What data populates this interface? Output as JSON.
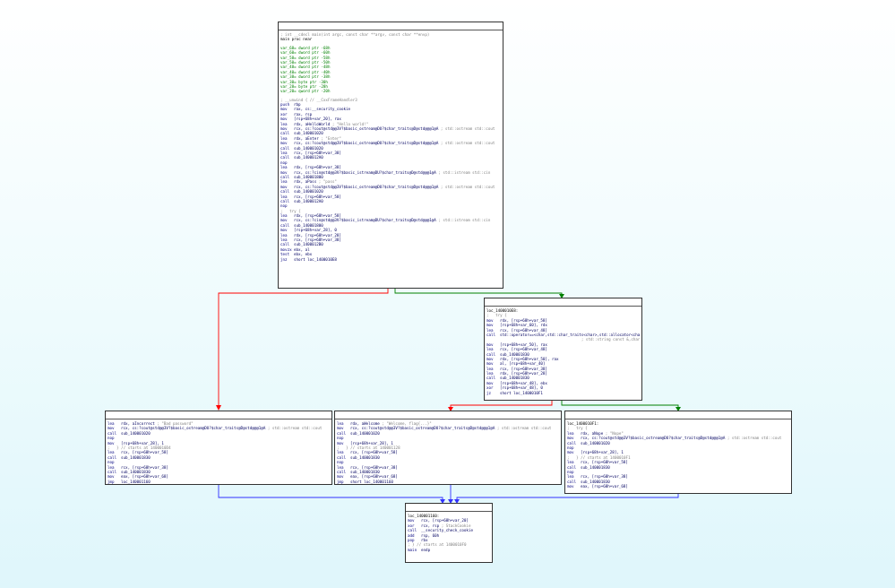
{
  "graph": {
    "edge_colors": {
      "true": "#ff0000",
      "false": "#008000",
      "uncond": "#3030ff"
    },
    "nodes": [
      {
        "id": "entry",
        "lines": [
          {
            "t": "cmt",
            "text": "; int __cdecl main(int argc, const char **argv, const char **envp)"
          },
          {
            "t": "loc",
            "text": "main proc near"
          },
          {
            "t": "gap",
            "text": ""
          },
          {
            "t": "green",
            "text": "var_68= dword ptr -68h"
          },
          {
            "t": "green",
            "text": "var_60= dword ptr -60h"
          },
          {
            "t": "green",
            "text": "var_58= dword ptr -58h"
          },
          {
            "t": "green",
            "text": "var_50= dword ptr -50h"
          },
          {
            "t": "green",
            "text": "var_48= dword ptr -48h"
          },
          {
            "t": "green",
            "text": "var_40= dword ptr -40h"
          },
          {
            "t": "green",
            "text": "var_38= dword ptr -38h"
          },
          {
            "t": "green",
            "text": "var_30= byte ptr -30h"
          },
          {
            "t": "green",
            "text": "var_28= byte ptr -28h"
          },
          {
            "t": "green",
            "text": "var_20= qword ptr -20h"
          },
          {
            "t": "gap",
            "text": ""
          },
          {
            "t": "cmt",
            "text": "; __unwind { // __CxxFrameHandler3"
          },
          {
            "op": "push",
            "arg": "rbp"
          },
          {
            "op": "mov",
            "arg": "rax, cs:__security_cookie"
          },
          {
            "op": "xor",
            "arg": "rax, rsp"
          },
          {
            "op": "mov",
            "arg": "[rsp+68h+var_20], rax"
          },
          {
            "op": "lea",
            "arg": "rdx, aHelloWorld",
            "cm": "; \"Hello world!\""
          },
          {
            "op": "mov",
            "arg": "rcx, cs:?cout@std@@3V?$basic_ostream@DU?$char_traits@D@std@@@1@A",
            "cm": "; std::ostream std::cout"
          },
          {
            "op": "call",
            "arg": "sub_140001020"
          },
          {
            "op": "lea",
            "arg": "rdx, aEnter",
            "cm": "; \"Enter\""
          },
          {
            "op": "mov",
            "arg": "rcx, cs:?cout@std@@3V?$basic_ostream@DU?$char_traits@D@std@@@1@A",
            "cm": "; std::ostream std::cout"
          },
          {
            "op": "call",
            "arg": "sub_140001020"
          },
          {
            "op": "lea",
            "arg": "rcx, [rsp+68h+var_38]"
          },
          {
            "op": "call",
            "arg": "sub_1400012A0"
          },
          {
            "op": "nop",
            "arg": ""
          },
          {
            "op": "lea",
            "arg": "rdx, [rsp+68h+var_38]"
          },
          {
            "op": "mov",
            "arg": "rcx, cs:?cin@std@@3V?$basic_istream@DU?$char_traits@D@std@@@1@A",
            "cm": "; std::istream std::cin"
          },
          {
            "op": "call",
            "arg": "sub_140001800"
          },
          {
            "op": "lea",
            "arg": "rdx, aPass",
            "cm": "; \"pass\""
          },
          {
            "op": "mov",
            "arg": "rcx, cs:?cout@std@@3V?$basic_ostream@DU?$char_traits@D@std@@@1@A",
            "cm": "; std::ostream std::cout"
          },
          {
            "op": "call",
            "arg": "sub_140001020"
          },
          {
            "op": "lea",
            "arg": "rcx, [rsp+68h+var_58]"
          },
          {
            "op": "call",
            "arg": "sub_1400012A0"
          },
          {
            "op": "nop",
            "arg": ""
          },
          {
            "t": "cmt",
            "text": ";   try {"
          },
          {
            "op": "lea",
            "arg": "rdx, [rsp+68h+var_58]"
          },
          {
            "op": "mov",
            "arg": "rcx, cs:?cin@std@@3V?$basic_istream@DU?$char_traits@D@std@@@1@A",
            "cm": "; std::istream std::cin"
          },
          {
            "op": "call",
            "arg": "sub_140001800"
          },
          {
            "op": "mov",
            "arg": "[rsp+68h+var_28], 0"
          },
          {
            "op": "lea",
            "arg": "rdx, [rsp+68h+var_28]"
          },
          {
            "op": "lea",
            "arg": "rcx, [rsp+68h+var_38]"
          },
          {
            "op": "call",
            "arg": "sub_1400012B0"
          },
          {
            "op": "movzx",
            "arg": "ebx, al"
          },
          {
            "op": "test",
            "arg": "ebx, ebx"
          },
          {
            "op": "jnz",
            "arg": "short loc_1400010E8"
          }
        ]
      },
      {
        "id": "loc_1400010E8",
        "lines": [
          {
            "t": "loc",
            "text": "loc_1400010E8:"
          },
          {
            "t": "cmt",
            "text": ";   try {"
          },
          {
            "op": "mov",
            "arg": "rdx, [rsp+68h+var_58]"
          },
          {
            "op": "mov",
            "arg": "[rsp+68h+var_60], rdx"
          },
          {
            "op": "lea",
            "arg": "rcx, [rsp+68h+var_48]"
          },
          {
            "op": "call",
            "arg": "std::operator==<char,std::char_traits<char>,std::allocator<char>>(...)",
            "cm": ""
          },
          {
            "t": "cmt",
            "text": "                                          ; std::string const &,char const *)"
          },
          {
            "op": "mov",
            "arg": "[rsp+68h+var_50], rax"
          },
          {
            "op": "lea",
            "arg": "rcx, [rsp+68h+var_48]"
          },
          {
            "op": "call",
            "arg": "sub_140001830"
          },
          {
            "op": "mov",
            "arg": "rdx, [rsp+68h+var_50], rax"
          },
          {
            "op": "mov",
            "arg": "al, [rsp+68h+var_40]"
          },
          {
            "op": "lea",
            "arg": "rcx, [rsp+68h+var_38]"
          },
          {
            "op": "lea",
            "arg": "rdx, [rsp+68h+var_28]"
          },
          {
            "op": "call",
            "arg": "sub_140001830"
          },
          {
            "op": "mov",
            "arg": "[rsp+68h+var_48], ebx"
          },
          {
            "op": "xor",
            "arg": "[rsp+68h+var_48], 0"
          },
          {
            "op": "jz",
            "arg": "short loc_1400010F1"
          }
        ]
      },
      {
        "id": "bad_branch",
        "lines": [
          {
            "op": "lea",
            "arg": "rdx, aIncorrect",
            "cm": "; \"Bad password\""
          },
          {
            "op": "mov",
            "arg": "rcx, cs:?cout@std@@3V?$basic_ostream@DU?$char_traits@D@std@@@1@A",
            "cm": "; std::ostream std::cout"
          },
          {
            "op": "call",
            "arg": "sub_140001020"
          },
          {
            "op": "nop",
            "arg": ""
          },
          {
            "op": "mov",
            "arg": "[rsp+68h+var_28], 1"
          },
          {
            "t": "cmt",
            "text": ";   } // starts at 1400010D4"
          },
          {
            "op": "lea",
            "arg": "rcx, [rsp+68h+var_58]"
          },
          {
            "op": "call",
            "arg": "sub_140001830"
          },
          {
            "op": "nop",
            "arg": ""
          },
          {
            "op": "lea",
            "arg": "rcx, [rsp+68h+var_38]"
          },
          {
            "op": "call",
            "arg": "sub_140001830"
          },
          {
            "op": "mov",
            "arg": "eax, [rsp+68h+var_68]"
          },
          {
            "op": "jmp",
            "arg": "loc_140001160"
          }
        ]
      },
      {
        "id": "mid_branch",
        "lines": [
          {
            "op": "lea",
            "arg": "rdx, aWelcome",
            "cm": "; \"Welcome, flag{...}\""
          },
          {
            "op": "mov",
            "arg": "rcx, cs:?cout@std@@3V?$basic_ostream@DU?$char_traits@D@std@@@1@A",
            "cm": "; std::ostream std::cout"
          },
          {
            "op": "call",
            "arg": "sub_140001020"
          },
          {
            "op": "nop",
            "arg": ""
          },
          {
            "op": "mov",
            "arg": "[rsp+68h+var_28], 1"
          },
          {
            "t": "cmt",
            "text": ";   } // starts at 140001128"
          },
          {
            "op": "lea",
            "arg": "rcx, [rsp+68h+var_58]"
          },
          {
            "op": "call",
            "arg": "sub_140001830"
          },
          {
            "op": "nop",
            "arg": ""
          },
          {
            "op": "lea",
            "arg": "rcx, [rsp+68h+var_38]"
          },
          {
            "op": "call",
            "arg": "sub_140001830"
          },
          {
            "op": "mov",
            "arg": "eax, [rsp+68h+var_68]"
          },
          {
            "op": "jmp",
            "arg": "short loc_140001160"
          }
        ]
      },
      {
        "id": "loc_1400010F1",
        "lines": [
          {
            "t": "loc",
            "text": "loc_1400010F1:"
          },
          {
            "t": "cmt",
            "text": ";   try {"
          },
          {
            "op": "lea",
            "arg": "rdx, aNope",
            "cm": "; \"Nope\""
          },
          {
            "op": "mov",
            "arg": "rcx, cs:?cout@std@@3V?$basic_ostream@DU?$char_traits@D@std@@@1@A",
            "cm": "; std::ostream std::cout"
          },
          {
            "op": "call",
            "arg": "sub_140001020"
          },
          {
            "op": "nop",
            "arg": ""
          },
          {
            "op": "mov",
            "arg": "[rsp+68h+var_28], 1"
          },
          {
            "t": "cmt",
            "text": ";   } // starts at 1400010F1"
          },
          {
            "op": "lea",
            "arg": "rcx, [rsp+68h+var_58]"
          },
          {
            "op": "call",
            "arg": "sub_140001830"
          },
          {
            "op": "nop",
            "arg": ""
          },
          {
            "op": "lea",
            "arg": "rcx, [rsp+68h+var_38]"
          },
          {
            "op": "call",
            "arg": "sub_140001830"
          },
          {
            "op": "mov",
            "arg": "eax, [rsp+68h+var_68]"
          }
        ]
      },
      {
        "id": "loc_140001160",
        "lines": [
          {
            "t": "loc",
            "text": "loc_140001160:"
          },
          {
            "op": "mov",
            "arg": "rcx, [rsp+68h+var_20]"
          },
          {
            "op": "xor",
            "arg": "rcx, rsp",
            "cm": "; StackCookie"
          },
          {
            "op": "call",
            "arg": "__security_check_cookie"
          },
          {
            "op": "add",
            "arg": "rsp, 60h"
          },
          {
            "op": "pop",
            "arg": "rbx"
          },
          {
            "t": "cmt",
            "text": "; } // starts at 1400010F0"
          },
          {
            "op": "main",
            "arg": "endp"
          }
        ]
      }
    ]
  }
}
